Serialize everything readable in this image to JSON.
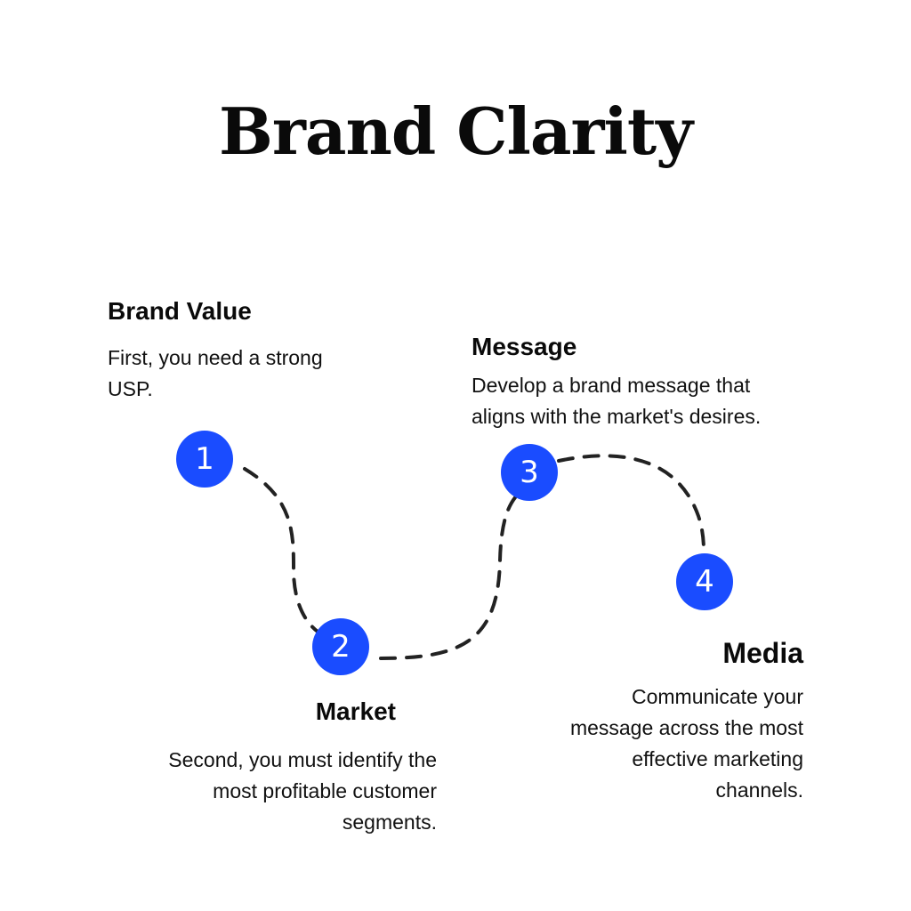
{
  "title": "Brand Clarity",
  "colors": {
    "accent": "#1a4cff",
    "text": "#0a0a0a",
    "path": "#222222"
  },
  "steps": [
    {
      "number": "1",
      "heading": "Brand Value",
      "lines": [
        "First, you need a strong",
        "USP."
      ]
    },
    {
      "number": "2",
      "heading": "Market",
      "lines": [
        "Second, you must identify the",
        "most profitable customer",
        "segments."
      ]
    },
    {
      "number": "3",
      "heading": "Message",
      "lines": [
        "Develop a brand message that",
        "aligns with the market's desires."
      ]
    },
    {
      "number": "4",
      "heading": "Media",
      "lines": [
        "Communicate your",
        "message across the most",
        "effective marketing",
        "channels."
      ]
    }
  ]
}
